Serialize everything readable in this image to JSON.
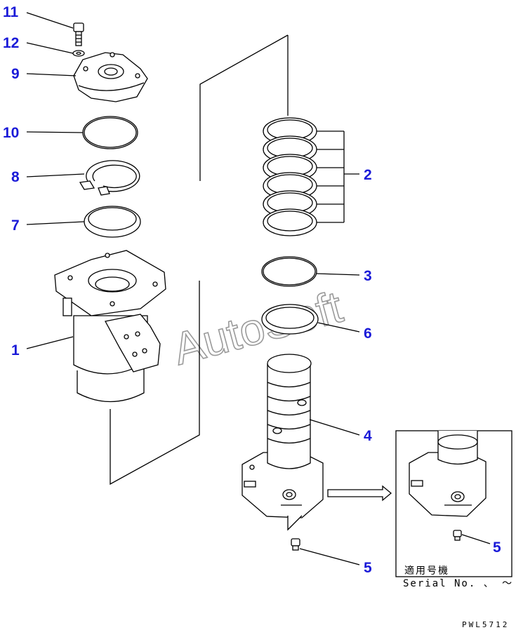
{
  "callouts": {
    "c11": "11",
    "c12": "12",
    "c9": "9",
    "c10": "10",
    "c8": "8",
    "c7": "7",
    "c1": "1",
    "c2": "2",
    "c3": "3",
    "c6": "6",
    "c4": "4",
    "c5a": "5",
    "c5b": "5"
  },
  "inset": {
    "applicable_label": "適用号機",
    "serial_label": "Serial No.  、 ～"
  },
  "drawing_code": "PWL5712",
  "watermark": "AutoSoft",
  "colors": {
    "callout": "#1a1ad8",
    "line": "#000000",
    "watermark": "#9a9a9a"
  }
}
